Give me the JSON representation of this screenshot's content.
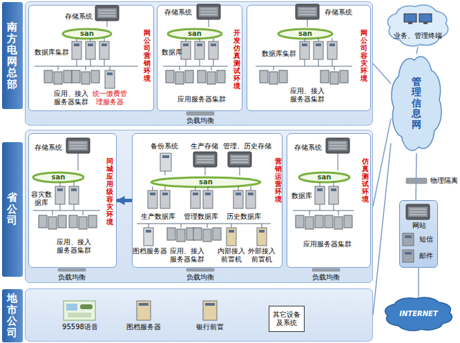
{
  "diagram": {
    "nodes": [
      {
        "text": [
          "南方电网总部"
        ]
      },
      {
        "text": [
          "网公司营销环境"
        ],
        "in": 0
      },
      {
        "text": [
          "san"
        ],
        "in": 1
      },
      {
        "text": [
          "开发仿真测试环境"
        ],
        "in": 0
      },
      {
        "text": [
          "san"
        ],
        "in": 3
      },
      {
        "text": [
          "网公司容灾环境"
        ],
        "in": 0
      },
      {
        "text": [
          "san"
        ],
        "in": 5
      },
      {
        "text": [
          "省公司"
        ]
      },
      {
        "text": [
          "同城应用级容灾环境"
        ],
        "in": 7
      },
      {
        "text": [
          "san"
        ],
        "in": 8
      },
      {
        "text": [
          "营销运营环境"
        ],
        "in": 7
      },
      {
        "text": [
          "san"
        ],
        "in": 10
      },
      {
        "text": [
          "仿真测试环境"
        ],
        "in": 7
      },
      {
        "text": [
          "san"
        ],
        "in": 12
      },
      {
        "text": [
          "地市公司"
        ]
      },
      {
        "text": [
          "其它设备及系统"
        ],
        "in": 14
      },
      {
        "text": [
          "管理信息网"
        ]
      },
      {
        "text": [
          "业务、管理终端"
        ]
      },
      {
        "text": [
          "网站",
          "短信",
          "邮件"
        ]
      },
      {
        "text": [
          "INTERNET"
        ]
      }
    ],
    "edges": [
      {
        "from": 10,
        "to": 8,
        "arrow": "to"
      },
      {
        "from": 0,
        "to": 16,
        "arrow": "none"
      },
      {
        "from": 7,
        "to": 16,
        "arrow": "none"
      },
      {
        "from": 14,
        "to": 16,
        "arrow": "none"
      },
      {
        "from": 16,
        "to": 17,
        "arrow": "none"
      },
      {
        "from": 16,
        "to": 18,
        "arrow": "none"
      },
      {
        "from": 18,
        "to": 19,
        "arrow": "none"
      }
    ],
    "labels": [
      "存储系统",
      "数据库集群",
      "应用、接入服务器集群",
      "统一缴费管理服务器",
      "存储系统",
      "数据库",
      "应用服务器集群",
      "存储系统",
      "数据库集群",
      "应用、接入服务器集群",
      "负载均衡",
      "存储系统",
      "容灾数据库",
      "应用、接入服务器集群",
      "备份系统",
      "生产存储",
      "管理、历史存储",
      "生产数据库",
      "管理数据库",
      "历史数据库",
      "图档服务器",
      "应用、接入服务器集群",
      "内部接入前置机",
      "外部接入前置机",
      "存储系统",
      "数据库",
      "应用服务器集群",
      "负载均衡",
      "负载均衡",
      "负载均衡",
      "95598语音",
      "图档服务器",
      "银行前置",
      "物理隔离"
    ]
  }
}
